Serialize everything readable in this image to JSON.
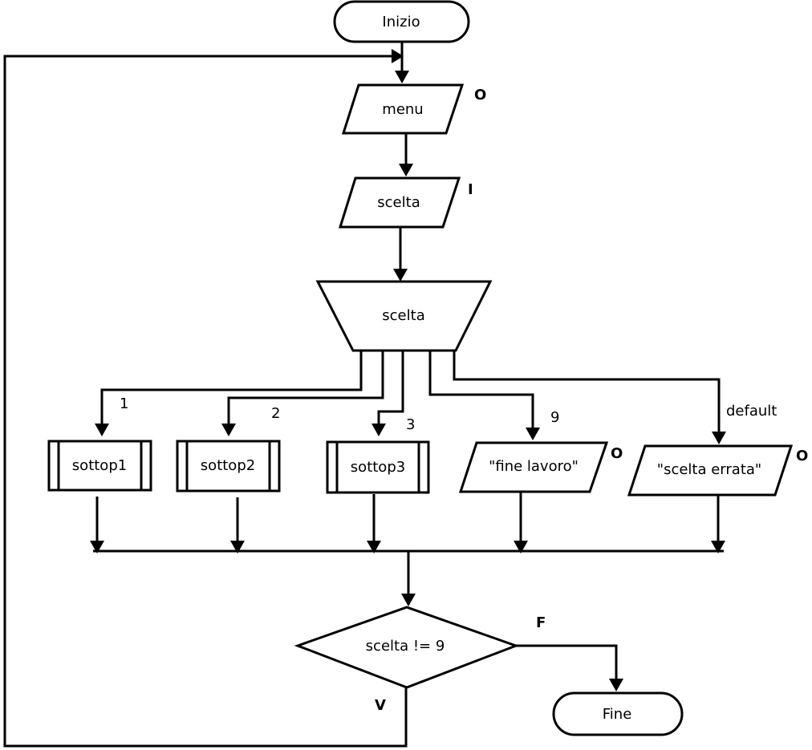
{
  "nodes": {
    "start": "Inizio",
    "output_menu": "menu",
    "input_choice": "scelta",
    "switch": "scelta",
    "sub1": "sottop1",
    "sub2": "sottop2",
    "sub3": "sottop3",
    "output_end_work": "\"fine lavoro\"",
    "output_wrong_choice": "\"scelta errata\"",
    "decision": "scelta != 9",
    "end": "Fine"
  },
  "io_tags": {
    "menu": "O",
    "choice": "I",
    "end_work": "O",
    "wrong_choice": "O"
  },
  "case_labels": {
    "case1": "1",
    "case2": "2",
    "case3": "3",
    "case9": "9",
    "default": "default"
  },
  "decision_labels": {
    "false": "F",
    "true": "V"
  }
}
